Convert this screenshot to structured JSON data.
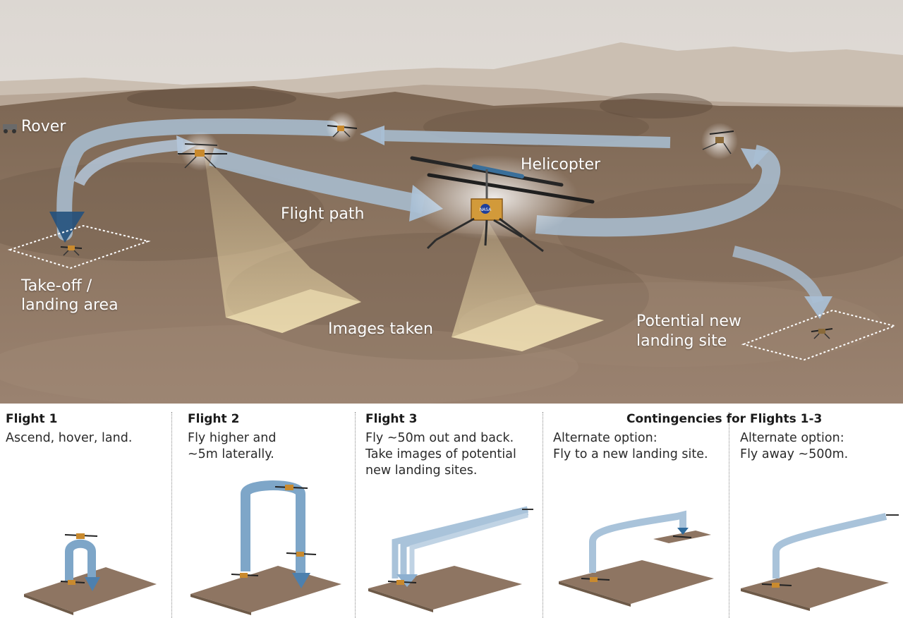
{
  "scene": {
    "labels": {
      "rover": "Rover",
      "helicopter": "Helicopter",
      "flight_path": "Flight path",
      "takeoff_line1": "Take-off /",
      "takeoff_line2": "landing area",
      "images_taken": "Images taken",
      "new_site_line1": "Potential new",
      "new_site_line2": "landing site"
    },
    "helicopter_badge": "NASA"
  },
  "panels": {
    "flight1": {
      "title": "Flight 1",
      "desc": "Ascend, hover, land."
    },
    "flight2": {
      "title": "Flight 2",
      "desc": "Fly higher and\n~5m laterally."
    },
    "flight3": {
      "title": "Flight 3",
      "desc": "Fly ~50m out and back.\nTake images of potential\nnew landing sites."
    },
    "contingencies": {
      "title": "Contingencies for Flights 1-3",
      "option_a": "Alternate option:\nFly to a new landing site.",
      "option_b": "Alternate option:\nFly away ~500m."
    }
  },
  "colors": {
    "sky": "#e6e1dc",
    "terrain": "#8a7560",
    "path": "#a9bfd4",
    "path_dark": "#3a6d99",
    "image_cone": "#e8d4a0",
    "ground_plate": "#8e7562"
  }
}
